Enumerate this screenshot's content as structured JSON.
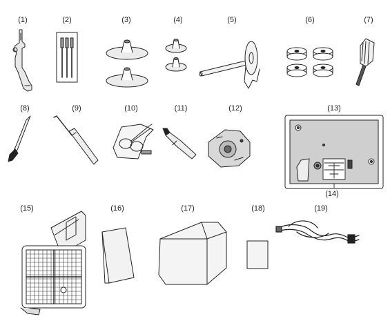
{
  "items": [
    {
      "label": "(1)",
      "icon": "presser-foot-icon"
    },
    {
      "label": "(2)",
      "icon": "needle-pack-icon"
    },
    {
      "label": "(3)",
      "icon": "large-spool-cap-icon"
    },
    {
      "label": "(4)",
      "icon": "small-spool-cap-icon"
    },
    {
      "label": "(5)",
      "icon": "spool-pin-icon"
    },
    {
      "label": "(6)",
      "icon": "bobbin-icon"
    },
    {
      "label": "(7)",
      "icon": "screwdriver-icon"
    },
    {
      "label": "(8)",
      "icon": "cleaning-brush-icon"
    },
    {
      "label": "(9)",
      "icon": "stiletto-icon"
    },
    {
      "label": "(10)",
      "icon": "scissors-icon"
    },
    {
      "label": "(11)",
      "icon": "oil-bottle-icon"
    },
    {
      "label": "(12)",
      "icon": "bobbin-case-icon"
    },
    {
      "label": "(13)",
      "icon": "needle-plate-icon"
    },
    {
      "label": "(14)",
      "icon": "needle-plate-marking-icon"
    },
    {
      "label": "(15)",
      "icon": "embroidery-hoop-icon"
    },
    {
      "label": "(16)",
      "icon": "instruction-manual-icon"
    },
    {
      "label": "(17)",
      "icon": "dust-cover-icon"
    },
    {
      "label": "(18)",
      "icon": "quick-reference-card-icon"
    },
    {
      "label": "(19)",
      "icon": "power-cord-icon"
    }
  ]
}
